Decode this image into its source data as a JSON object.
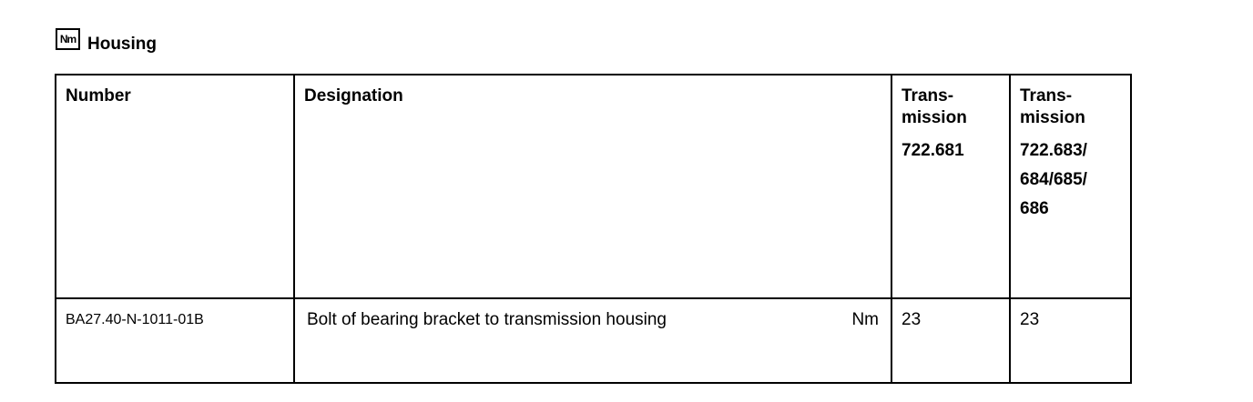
{
  "heading": {
    "icon_label": "Nm",
    "title": "Housing"
  },
  "table": {
    "headers": {
      "number": "Number",
      "designation": "Designation",
      "col1_title": "Trans-\nmission",
      "col1_model": "722.681",
      "col2_title": "Trans-\nmission",
      "col2_model": "722.683/\n684/685/\n686"
    },
    "rows": [
      {
        "number": "BA27.40-N-1011-01B",
        "designation": "Bolt of bearing bracket to transmission housing",
        "unit": "Nm",
        "value_722_681": "23",
        "value_722_683": "23"
      }
    ]
  }
}
